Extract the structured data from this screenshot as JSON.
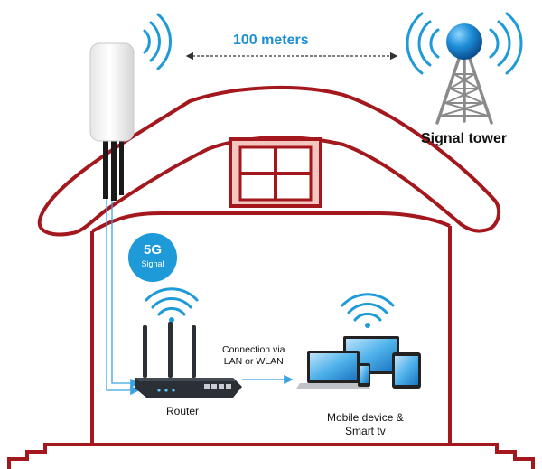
{
  "labels": {
    "distance": "100 meters",
    "tower": "Signal tower",
    "badge_main": "5G",
    "badge_sub": "Signal",
    "router": "Router",
    "connection_line1": "Connection via",
    "connection_line2": "LAN or WLAN",
    "mobile_line1": "Mobile device &",
    "mobile_line2": "Smart tv"
  },
  "colors": {
    "house_outline": "#a3171d",
    "roof_fill": "#ffffff",
    "window_fill": "#f3c7c0",
    "signal_blue": "#1e9ad9",
    "tower_gray": "#8a8a8a",
    "router_dark": "#2b2f36"
  },
  "icons": [
    "outdoor-cpe-antenna",
    "wifi-waves-icon",
    "signal-tower-icon",
    "router-icon",
    "devices-icon"
  ]
}
